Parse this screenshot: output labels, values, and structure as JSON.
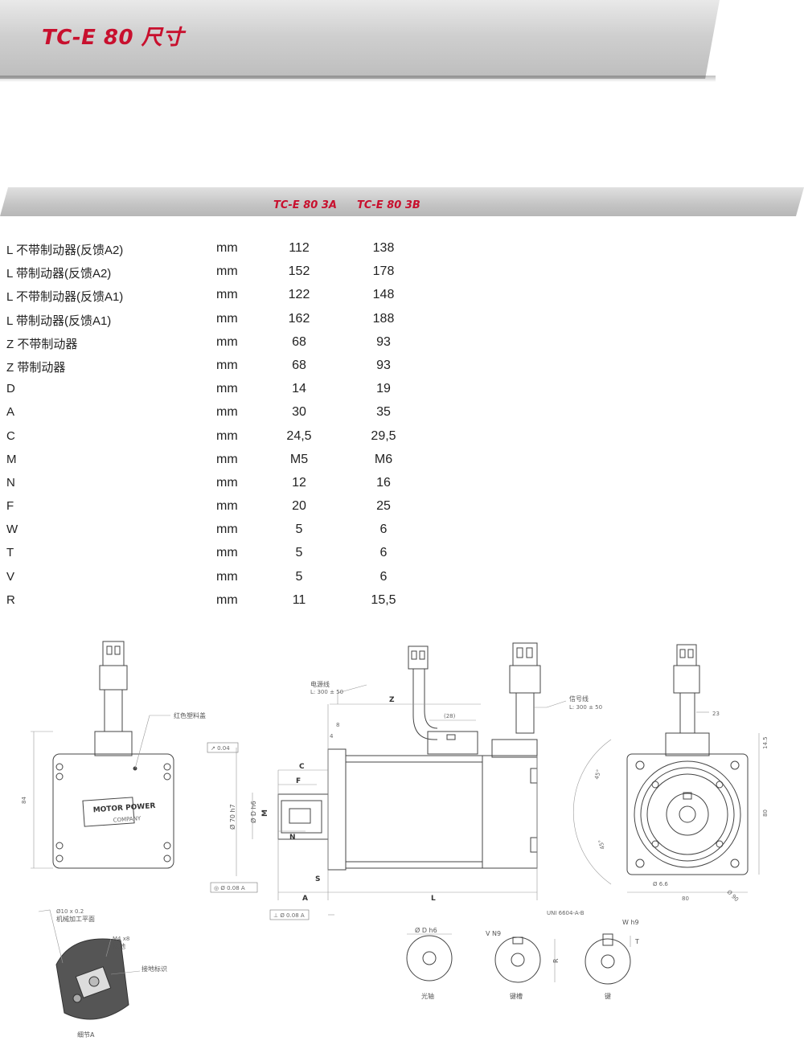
{
  "title": "TC-E 80 尺寸",
  "columns": {
    "model_a": "TC-E 80 3A",
    "model_b": "TC-E 80 3B"
  },
  "rows": [
    {
      "label": "L 不带制动器(反馈A2)",
      "unit": "mm",
      "a": "112",
      "b": "138"
    },
    {
      "label": "L 带制动器(反馈A2)",
      "unit": "mm",
      "a": "152",
      "b": "178"
    },
    {
      "label": "L 不带制动器(反馈A1)",
      "unit": "mm",
      "a": "122",
      "b": "148"
    },
    {
      "label": "L 带制动器(反馈A1)",
      "unit": "mm",
      "a": "162",
      "b": "188"
    },
    {
      "label": "Z 不带制动器",
      "unit": "mm",
      "a": "68",
      "b": "93"
    },
    {
      "label": "Z 带制动器",
      "unit": "mm",
      "a": "68",
      "b": "93"
    },
    {
      "label": "D",
      "unit": "mm",
      "a": "14",
      "b": "19"
    },
    {
      "label": "A",
      "unit": "mm",
      "a": "30",
      "b": "35"
    },
    {
      "label": "C",
      "unit": "mm",
      "a": "24,5",
      "b": "29,5"
    },
    {
      "label": "M",
      "unit": "mm",
      "a": "M5",
      "b": "M6"
    },
    {
      "label": "N",
      "unit": "mm",
      "a": "12",
      "b": "16"
    },
    {
      "label": "F",
      "unit": "mm",
      "a": "20",
      "b": "25"
    },
    {
      "label": "W",
      "unit": "mm",
      "a": "5",
      "b": "6"
    },
    {
      "label": "T",
      "unit": "mm",
      "a": "5",
      "b": "6"
    },
    {
      "label": "V",
      "unit": "mm",
      "a": "5",
      "b": "6"
    },
    {
      "label": "R",
      "unit": "mm",
      "a": "11",
      "b": "15,5"
    }
  ],
  "drawing": {
    "red_cover": "红色塑料盖",
    "power_cable": "电源线",
    "power_len": "L: 300 ± 50",
    "signal_cable": "信号线",
    "signal_len": "L: 300 ± 50",
    "dim_z": "Z",
    "dim_28": "(28)",
    "dim_8": "8",
    "dim_4": "4",
    "dim_c": "C",
    "dim_f": "F",
    "dim_m": "M",
    "dim_n": "N",
    "dim_a": "A",
    "dim_s": "S",
    "dim_l": "L",
    "dim_d": "Ø D h6",
    "dim_70": "Ø 70 h7",
    "tol_004": "↗ 0.04",
    "tol_008": "◎ Ø 0.08 A",
    "tol_perp": "⊥ Ø 0.08 A",
    "dim_23": "23",
    "dim_145": "14.5",
    "dim_80v": "80",
    "dim_80h": "80",
    "dim_90": "Ø 90",
    "dim_45": "45°",
    "dim_66": "Ø 6.6",
    "dim_84": "84",
    "logo": "MOTOR POWER",
    "logo_sub": "COMPANY",
    "detail_size": "Ø10 x 0.2",
    "machined": "机械加工平面",
    "ground_screw": "M4 x8",
    "ground": "接地",
    "ground_mark": "接地标识",
    "detail_a": "细节A",
    "uni": "UNI 6604-A-B",
    "shaft_d": "Ø D h6",
    "shaft_plain": "光轴",
    "shaft_vn9": "V N9",
    "shaft_key_slot": "键槽",
    "shaft_wh9": "W h9",
    "shaft_r": "R",
    "shaft_t": "T",
    "shaft_key": "键"
  }
}
